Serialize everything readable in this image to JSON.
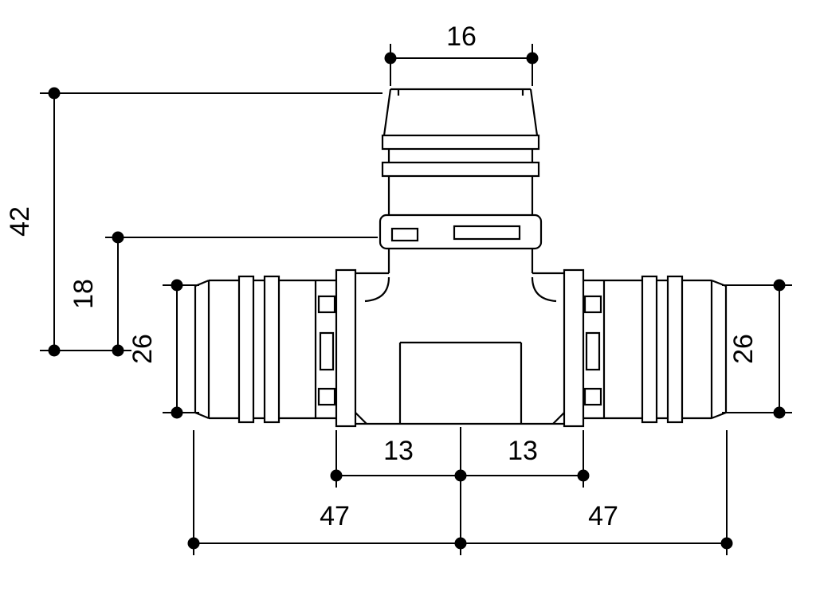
{
  "meta": {
    "subject": "tee-press-fitting-technical-drawing",
    "background": "#ffffff",
    "line_color": "#000000"
  },
  "drawing": {
    "labels": {
      "top_width": "16",
      "total_height": "42",
      "branch_height": "18",
      "left_diameter": "26",
      "right_diameter": "26",
      "center_to_left_flange": "13",
      "center_to_right_flange": "13",
      "left_run_length": "47",
      "right_run_length": "47"
    }
  }
}
